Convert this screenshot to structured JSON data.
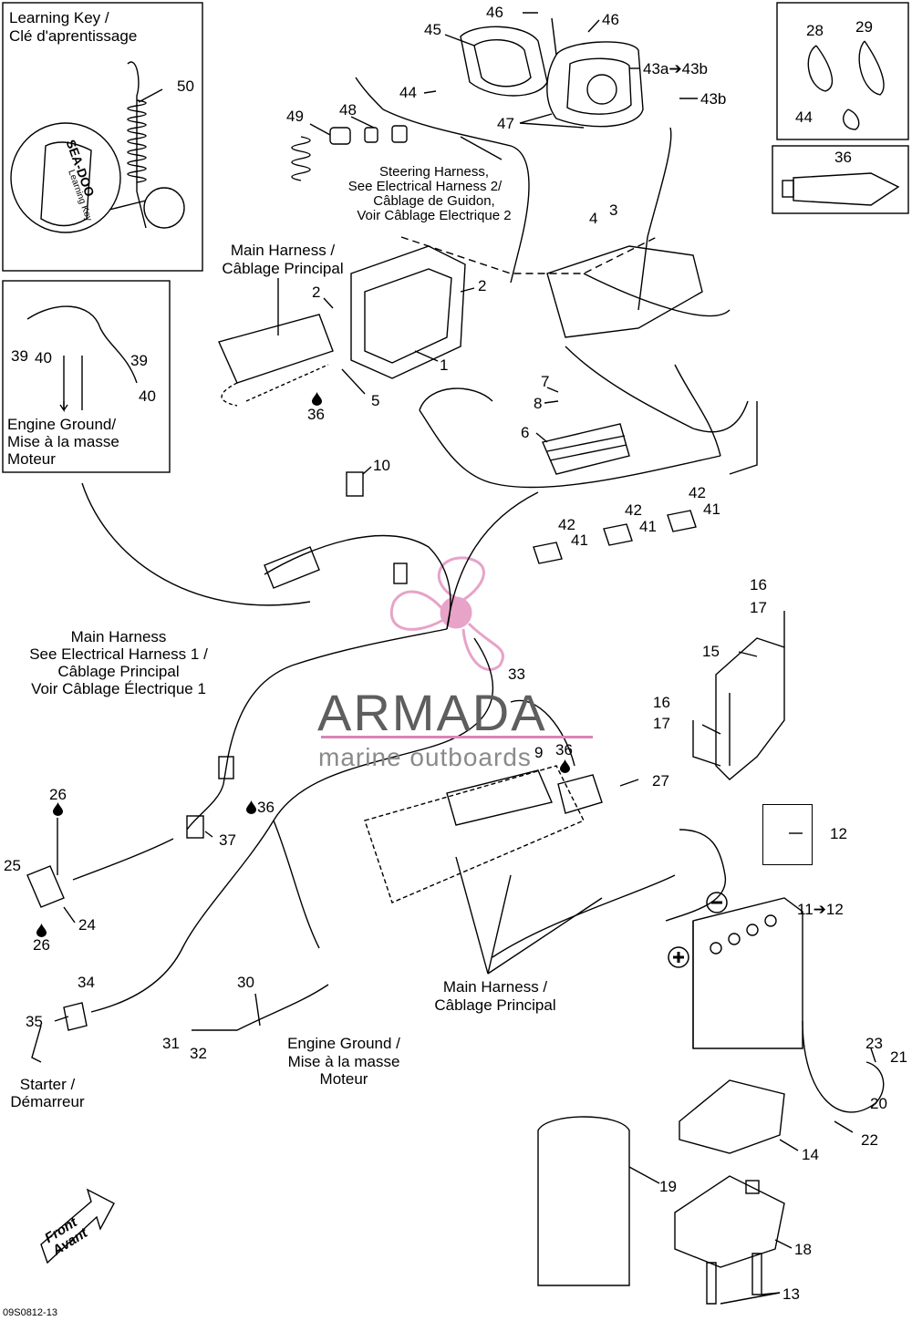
{
  "labels": {
    "learning_key": [
      "Learning Key /",
      "Clé d'aprentissage"
    ],
    "key_brand": "SEA-DOO",
    "key_text": "Learning Key",
    "engine_ground_box": [
      "Engine Ground/",
      "Mise à la masse",
      "Moteur"
    ],
    "main_harness_top": [
      "Main Harness /",
      "Câblage Principal"
    ],
    "steering_harness": [
      "Steering Harness,",
      "See Electrical Harness 2/",
      "Câblage de Guidon,",
      "Voir Câblage Electrique 2"
    ],
    "main_harness_left": [
      "Main Harness",
      "See Electrical Harness 1 /",
      "Câblage Principal",
      "Voir Câblage Électrique 1"
    ],
    "main_harness_bottom": [
      "Main Harness /",
      "Câblage Principal"
    ],
    "engine_ground_bottom": [
      "Engine Ground /",
      "Mise à la masse",
      "Moteur"
    ],
    "starter": [
      "Starter /",
      "Démarreur"
    ],
    "front": [
      "Front",
      "Avant"
    ],
    "drawing_code": "09S0812-13"
  },
  "watermark": {
    "name": "ARMADA",
    "subtitle": "marine outboards",
    "accent_color": "#e7a3c8",
    "text_color": "#5e5e5e",
    "icon": "propeller-icon"
  },
  "callouts": {
    "n50": "50",
    "n45": "45",
    "n46a": "46",
    "n46b": "46",
    "n43a": "43a➔43b",
    "n43b": "43b",
    "n44a": "44",
    "n48": "48",
    "n49": "49",
    "n47": "47",
    "n28": "28",
    "n29": "29",
    "n44b": "44",
    "n36a": "36",
    "n3": "3",
    "n4": "4",
    "n2a": "2",
    "n2b": "2",
    "n1": "1",
    "n5": "5",
    "n36b": "36",
    "n39a": "39",
    "n40a": "40",
    "n39b": "39",
    "n40b": "40",
    "n7": "7",
    "n8": "8",
    "n6": "6",
    "n10": "10",
    "n42a": "42",
    "n41a": "41",
    "n42b": "42",
    "n41b": "41",
    "n42c": "42",
    "n41c": "41",
    "n16a": "16",
    "n17a": "17",
    "n15": "15",
    "n16b": "16",
    "n17b": "17",
    "n33": "33",
    "n9": "9",
    "n36c": "36",
    "n27": "27",
    "n26a": "26",
    "n36d": "36",
    "n37": "37",
    "n25": "25",
    "n24": "24",
    "n26b": "26",
    "n12": "12",
    "n11": "11➔12",
    "n34": "34",
    "n35": "35",
    "n30": "30",
    "n31": "31",
    "n32": "32",
    "n23": "23",
    "n21": "21",
    "n20": "20",
    "n22": "22",
    "n14": "14",
    "n19": "19",
    "n18": "18",
    "n13": "13"
  }
}
